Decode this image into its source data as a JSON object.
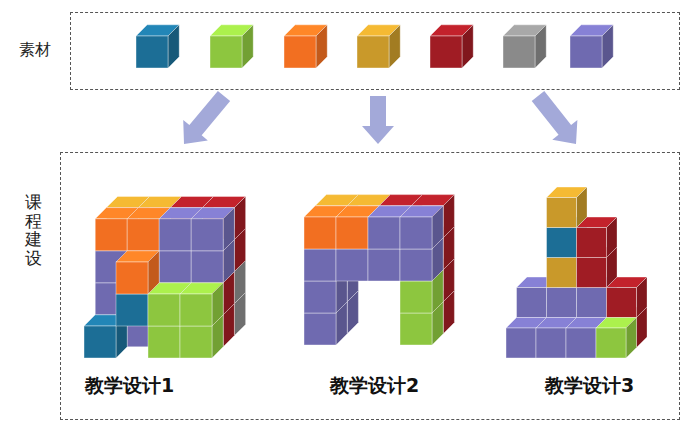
{
  "diagram": {
    "nodes": [
      {
        "text": [
          "素材"
        ]
      },
      {
        "text": [
          "课程建设"
        ]
      }
    ],
    "edges": [
      {
        "from": 0,
        "to": 1,
        "arrow": "to"
      },
      {
        "from": 0,
        "to": 1,
        "arrow": "to"
      },
      {
        "from": 0,
        "to": 1,
        "arrow": "to"
      }
    ],
    "labels": [
      "教学设计1",
      "教学设计2",
      "教学设计3"
    ]
  }
}
